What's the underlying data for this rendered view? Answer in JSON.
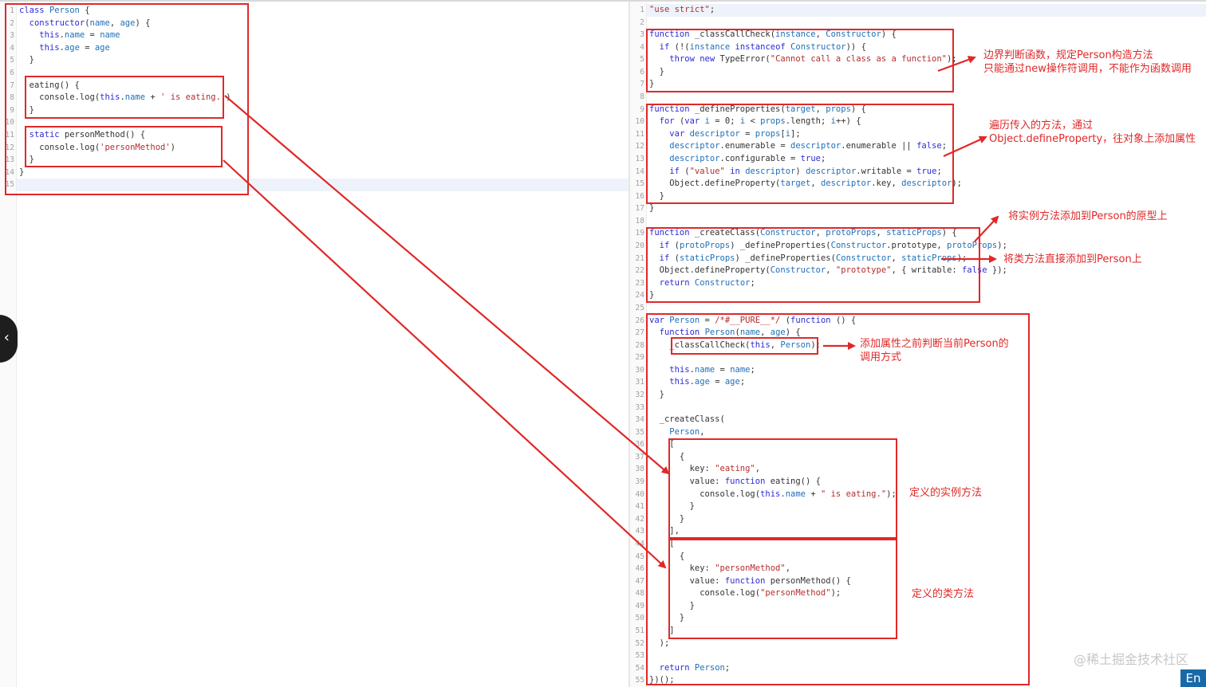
{
  "left_editor": {
    "lines": [
      {
        "n": "1",
        "code": "class Person {"
      },
      {
        "n": "2",
        "code": "  constructor(name, age) {"
      },
      {
        "n": "3",
        "code": "    this.name = name"
      },
      {
        "n": "4",
        "code": "    this.age = age"
      },
      {
        "n": "5",
        "code": "  }"
      },
      {
        "n": "6",
        "code": ""
      },
      {
        "n": "7",
        "code": "  eating() {"
      },
      {
        "n": "8",
        "code": "    console.log(this.name + ' is eating.')"
      },
      {
        "n": "9",
        "code": "  }"
      },
      {
        "n": "10",
        "code": ""
      },
      {
        "n": "11",
        "code": "  static personMethod() {"
      },
      {
        "n": "12",
        "code": "    console.log('personMethod')"
      },
      {
        "n": "13",
        "code": "  }"
      },
      {
        "n": "14",
        "code": "}"
      },
      {
        "n": "15",
        "code": ""
      }
    ]
  },
  "right_editor": {
    "lines": [
      {
        "n": "1",
        "code": "\"use strict\";"
      },
      {
        "n": "2",
        "code": ""
      },
      {
        "n": "3",
        "code": "function _classCallCheck(instance, Constructor) {"
      },
      {
        "n": "4",
        "code": "  if (!(instance instanceof Constructor)) {"
      },
      {
        "n": "5",
        "code": "    throw new TypeError(\"Cannot call a class as a function\");"
      },
      {
        "n": "6",
        "code": "  }"
      },
      {
        "n": "7",
        "code": "}"
      },
      {
        "n": "8",
        "code": ""
      },
      {
        "n": "9",
        "code": "function _defineProperties(target, props) {"
      },
      {
        "n": "10",
        "code": "  for (var i = 0; i < props.length; i++) {"
      },
      {
        "n": "11",
        "code": "    var descriptor = props[i];"
      },
      {
        "n": "12",
        "code": "    descriptor.enumerable = descriptor.enumerable || false;"
      },
      {
        "n": "13",
        "code": "    descriptor.configurable = true;"
      },
      {
        "n": "14",
        "code": "    if (\"value\" in descriptor) descriptor.writable = true;"
      },
      {
        "n": "15",
        "code": "    Object.defineProperty(target, descriptor.key, descriptor);"
      },
      {
        "n": "16",
        "code": "  }"
      },
      {
        "n": "17",
        "code": "}"
      },
      {
        "n": "18",
        "code": ""
      },
      {
        "n": "19",
        "code": "function _createClass(Constructor, protoProps, staticProps) {"
      },
      {
        "n": "20",
        "code": "  if (protoProps) _defineProperties(Constructor.prototype, protoProps);"
      },
      {
        "n": "21",
        "code": "  if (staticProps) _defineProperties(Constructor, staticProps);"
      },
      {
        "n": "22",
        "code": "  Object.defineProperty(Constructor, \"prototype\", { writable: false });"
      },
      {
        "n": "23",
        "code": "  return Constructor;"
      },
      {
        "n": "24",
        "code": "}"
      },
      {
        "n": "25",
        "code": ""
      },
      {
        "n": "26",
        "code": "var Person = /*#__PURE__*/ (function () {"
      },
      {
        "n": "27",
        "code": "  function Person(name, age) {"
      },
      {
        "n": "28",
        "code": "    _classCallCheck(this, Person);"
      },
      {
        "n": "29",
        "code": ""
      },
      {
        "n": "30",
        "code": "    this.name = name;"
      },
      {
        "n": "31",
        "code": "    this.age = age;"
      },
      {
        "n": "32",
        "code": "  }"
      },
      {
        "n": "33",
        "code": ""
      },
      {
        "n": "34",
        "code": "  _createClass("
      },
      {
        "n": "35",
        "code": "    Person,"
      },
      {
        "n": "36",
        "code": "    ["
      },
      {
        "n": "37",
        "code": "      {"
      },
      {
        "n": "38",
        "code": "        key: \"eating\","
      },
      {
        "n": "39",
        "code": "        value: function eating() {"
      },
      {
        "n": "40",
        "code": "          console.log(this.name + \" is eating.\");"
      },
      {
        "n": "41",
        "code": "        }"
      },
      {
        "n": "42",
        "code": "      }"
      },
      {
        "n": "43",
        "code": "    ],"
      },
      {
        "n": "44",
        "code": "    ["
      },
      {
        "n": "45",
        "code": "      {"
      },
      {
        "n": "46",
        "code": "        key: \"personMethod\","
      },
      {
        "n": "47",
        "code": "        value: function personMethod() {"
      },
      {
        "n": "48",
        "code": "          console.log(\"personMethod\");"
      },
      {
        "n": "49",
        "code": "        }"
      },
      {
        "n": "50",
        "code": "      }"
      },
      {
        "n": "51",
        "code": "    ]"
      },
      {
        "n": "52",
        "code": "  );"
      },
      {
        "n": "53",
        "code": ""
      },
      {
        "n": "54",
        "code": "  return Person;"
      },
      {
        "n": "55",
        "code": "})();"
      }
    ]
  },
  "annotations": {
    "class_call_check_1": "边界判断函数，规定Person构造方法",
    "class_call_check_2": "只能通过new操作符调用，不能作为函数调用",
    "define_props_1": "遍历传入的方法，通过",
    "define_props_2": "Object.defineProperty，往对象上添加属性",
    "proto_props": "将实例方法添加到Person的原型上",
    "static_props": "将类方法直接添加到Person上",
    "call_check_usage_1": "添加属性之前判断当前Person的",
    "call_check_usage_2": "调用方式",
    "instance_methods": "定义的实例方法",
    "class_methods": "定义的类方法"
  },
  "colors": {
    "annotation_red": "#e02828",
    "keyword": "#2b2bd6",
    "string": "#b32d2d",
    "identifier": "#1f6fb8"
  },
  "sidebar_toggle": {
    "icon": "chevron-left-icon",
    "glyph": "‹"
  },
  "watermark": "@稀土掘金技术社区",
  "ime_badge": "En"
}
